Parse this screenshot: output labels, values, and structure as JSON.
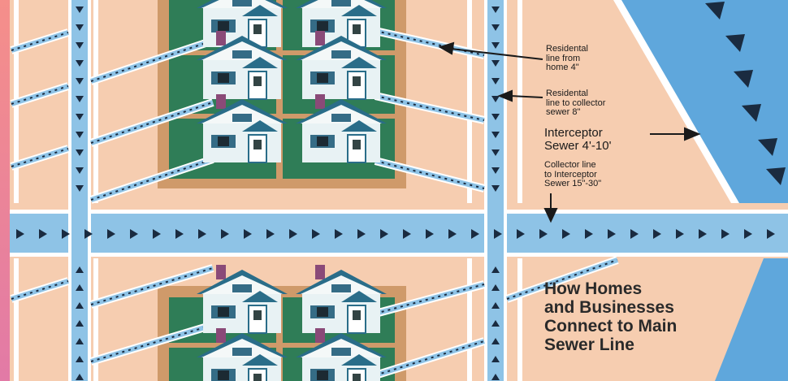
{
  "labels": {
    "residential_home": "Residental\nline from\nhome  4\"",
    "residential_collector": "Residental\nline to collector\nsewer 8\"",
    "interceptor": "Interceptor\nSewer 4'-10'",
    "collector": "Collector line\nto Interceptor\nSewer 15\"-30\""
  },
  "title": "How Homes\nand Businesses\nConnect to Main\nSewer Line",
  "colors": {
    "ground": "#f6cdb0",
    "pipe": "#8ec3e6",
    "river": "#5fa7dc",
    "lawn": "#2f7d57",
    "lot_border": "#cf9a6a",
    "house_wall": "#e8f2f4",
    "roof": "#2a6d89",
    "chimney": "#8a4a78",
    "arrow": "#1a2b40",
    "left_strip": "#f2849a"
  }
}
